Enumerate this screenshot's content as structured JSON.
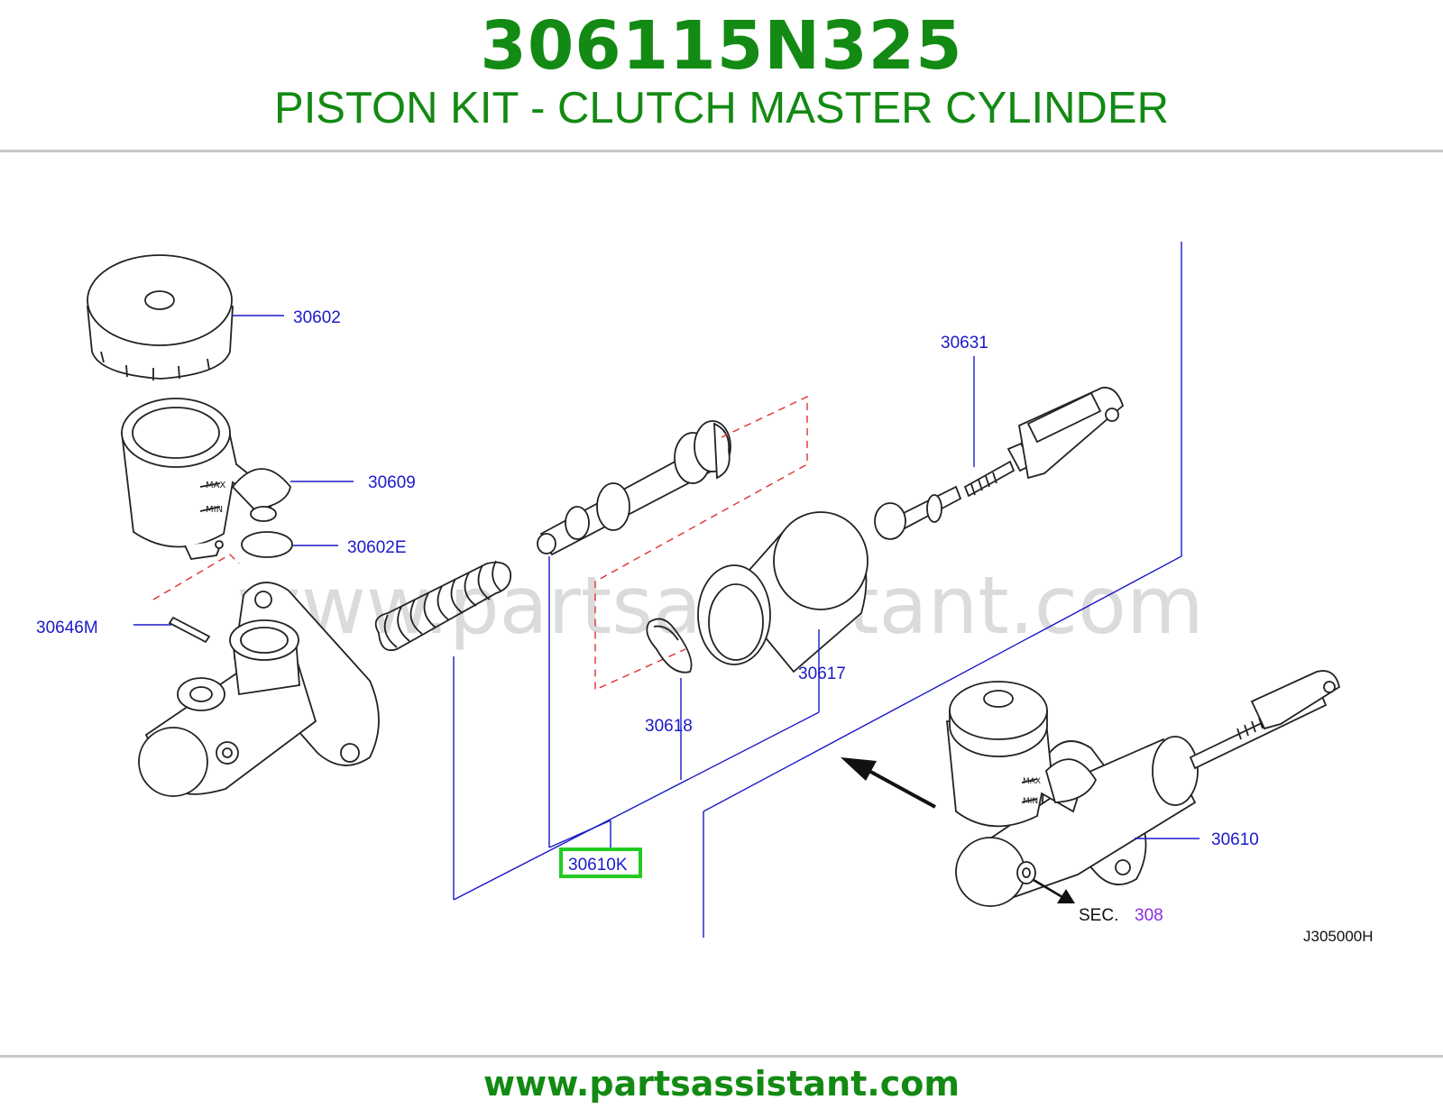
{
  "header": {
    "part_number": "306115N325",
    "title": "PISTON KIT - CLUTCH MASTER CYLINDER"
  },
  "diagram": {
    "watermark": "www.partsassistant.com",
    "callouts": {
      "c30602": "30602",
      "c30609": "30609",
      "c30602E": "30602E",
      "c30646M": "30646M",
      "c30631": "30631",
      "c30617": "30617",
      "c30618": "30618",
      "c30610K": "30610K",
      "c30610": "30610"
    },
    "sec_label": "SEC.",
    "sec_number": "308",
    "drawing_code": "J305000H",
    "highlight_color": "#22cc22",
    "callout_color": "#1a1ac8"
  },
  "footer": {
    "url": "www.partsassistant.com"
  }
}
